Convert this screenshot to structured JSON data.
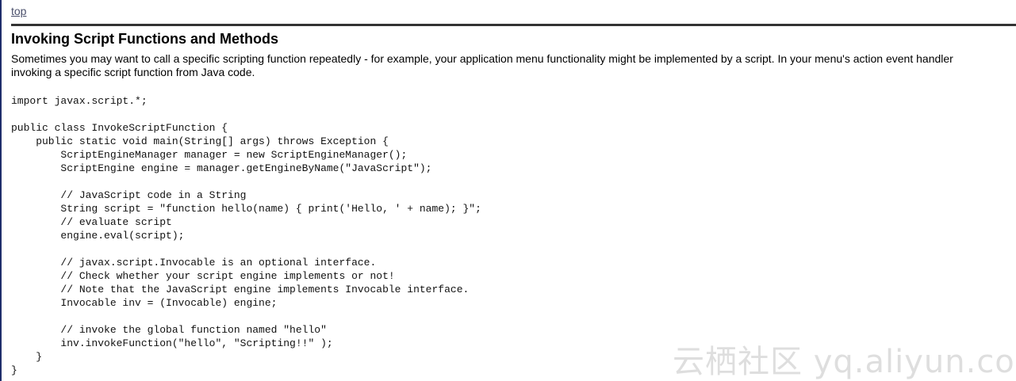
{
  "nav": {
    "top_link": "top"
  },
  "section": {
    "heading": "Invoking Script Functions and Methods",
    "intro_lines": [
      "Sometimes you may want to call a specific scripting function repeatedly - for example, your application menu functionality might be implemented by a script. In your menu's action event handler",
      "invoking a specific script function from Java code."
    ]
  },
  "code_lines": [
    "import javax.script.*;",
    "",
    "public class InvokeScriptFunction {",
    "    public static void main(String[] args) throws Exception {",
    "        ScriptEngineManager manager = new ScriptEngineManager();",
    "        ScriptEngine engine = manager.getEngineByName(\"JavaScript\");",
    "",
    "        // JavaScript code in a String",
    "        String script = \"function hello(name) { print('Hello, ' + name); }\";",
    "        // evaluate script",
    "        engine.eval(script);",
    "",
    "        // javax.script.Invocable is an optional interface.",
    "        // Check whether your script engine implements or not!",
    "        // Note that the JavaScript engine implements Invocable interface.",
    "        Invocable inv = (Invocable) engine;",
    "",
    "        // invoke the global function named \"hello\"",
    "        inv.invokeFunction(\"hello\", \"Scripting!!\" );",
    "    }",
    "}"
  ],
  "watermark": "云栖社区 yq.aliyun.com",
  "colors": {
    "left_border": "#1f2d6b",
    "rule": "#333333",
    "link": "#4a4f6b"
  }
}
